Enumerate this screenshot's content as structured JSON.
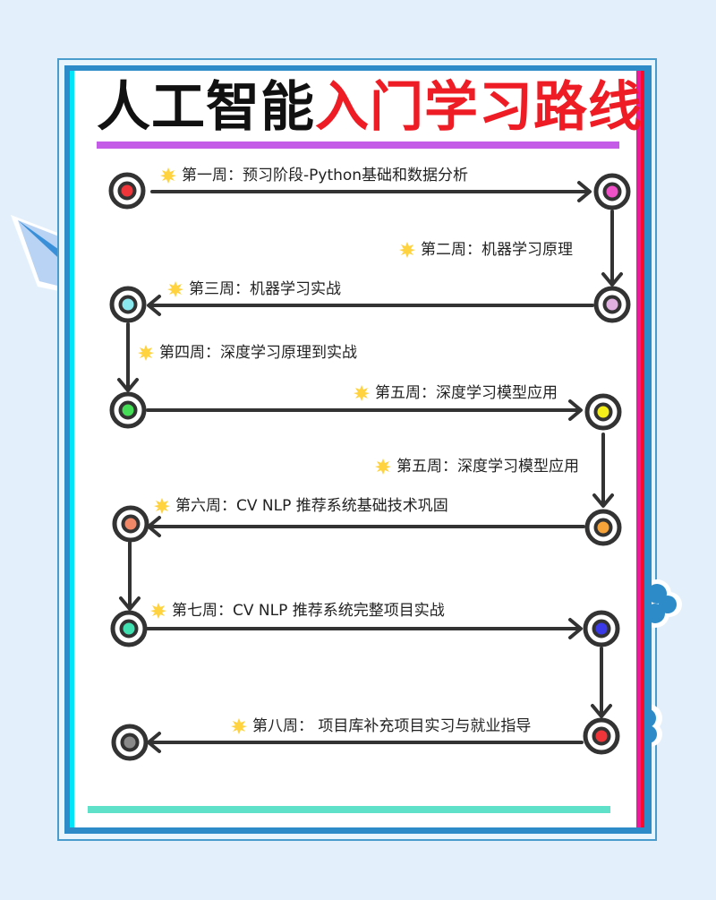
{
  "title": {
    "part1": "人工智能",
    "part2": "入门学习路线",
    "colors": {
      "part1": "#111111",
      "part2": "#ee1c24"
    }
  },
  "colors": {
    "background": "#e3f0fb",
    "frame_blue": "#2d8bc8",
    "title_bar": "#c45ce8",
    "footer_bar": "#5fe0c8",
    "line": "#333333",
    "sun": "#ffd23f"
  },
  "icons": {
    "step_marker": "sun-icon",
    "node": "target-node-icon",
    "arrow": "arrow-icon"
  },
  "steps": [
    {
      "label": "第一周：预习阶段-Python基础和数据分析",
      "node_color": "#f0353a"
    },
    {
      "label": "第二周：机器学习原理",
      "node_color": "#f050c8"
    },
    {
      "label": "第三周：机器学习实战",
      "node_color": "#e0b0e0"
    },
    {
      "label": "第四周：深度学习原理到实战",
      "node_color": "#8ae8ef"
    },
    {
      "label": "第五周：深度学习模型应用",
      "node_color": "#44dd55"
    },
    {
      "label": "第五周：深度学习模型应用",
      "node_color": "#f4ef1a"
    },
    {
      "label": "第六周：CV NLP 推荐系统基础技术巩固",
      "node_color": "#f6a33a"
    },
    {
      "label": "第七周：CV NLP 推荐系统完整项目实战",
      "node_color": "#f08868"
    },
    {
      "label": "第八周： 项目库补充项目实习与就业指导",
      "node_color": "#40e0b0"
    }
  ],
  "extra_nodes": [
    {
      "node_color": "#3a3ae8"
    },
    {
      "node_color": "#f0353a"
    },
    {
      "node_color": "#8a8a8a"
    }
  ]
}
